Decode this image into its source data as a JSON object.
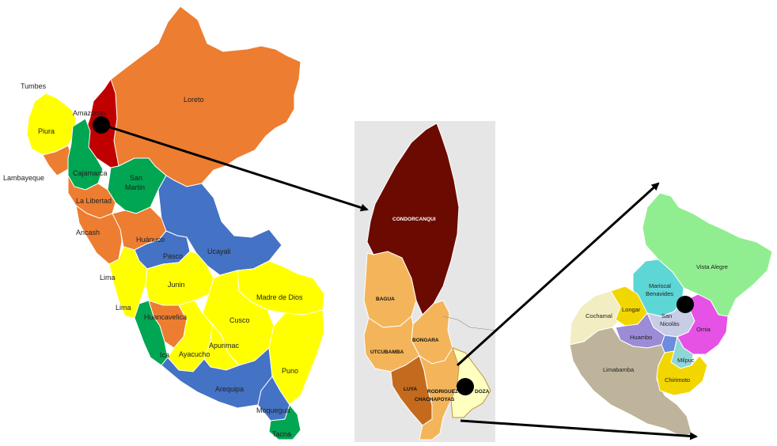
{
  "colors": {
    "orange": "#ED7D31",
    "red": "#C00000",
    "green": "#00A651",
    "yellow": "#FFFF00",
    "blue": "#4472C4",
    "maroon": "#6B0A00",
    "tan": "#F4B55A",
    "brown": "#C46A1E",
    "cream": "#FFFFC0",
    "graybg": "#E6E6E6"
  },
  "peru_regions": {
    "tumbes": "Tumbes",
    "amazonas": "Amazonas",
    "loreto": "Loreto",
    "piura": "Piura",
    "cajamarca": "Cajamarca",
    "lambayeque": "Lambayeque",
    "san_martin_1": "San",
    "san_martin_2": "Martin",
    "la_libertad": "La Libertad",
    "ancash": "Ancash",
    "huanuco": "Huánuco",
    "pasco": "Pasco",
    "ucayali": "Ucayali",
    "lima_1": "Lima",
    "lima_2": "Lima",
    "junin": "Junin",
    "madre_de_dios": "Madre de Dios",
    "huancavelica": "Huancavelica",
    "cusco": "Cusco",
    "ica": "Ica",
    "ayacucho": "Ayacucho",
    "apurimac": "Apurimac",
    "puno": "Puno",
    "arequipa": "Arequipa",
    "moquegua": "Moquegua",
    "tacna": "Tacna"
  },
  "amazonas_provinces": {
    "condorcanqui": "CONDORCANQUI",
    "bagua": "BAGUA",
    "bongara": "BONGARA",
    "utcubamba": "UTCUBAMBA",
    "luya": "LUYA",
    "rodriguez": "RODRIGUEZ",
    "mendoza": "DOZA",
    "chachapoyas": "CHACHAPOYAS"
  },
  "districts": {
    "vista_alegre": "Vista Alegre",
    "mariscal_1": "Mariscal",
    "mariscal_2": "Benavides",
    "cochamal": "Cochamal",
    "longar": "Longar",
    "san_nicolas_1": "San",
    "san_nicolas_2": "Nicolás",
    "omia": "Omia",
    "huambo": "Huambo",
    "milpuc": "Milpuc",
    "limabamba": "Limabamba",
    "chirimoto": "Chirimoto"
  }
}
